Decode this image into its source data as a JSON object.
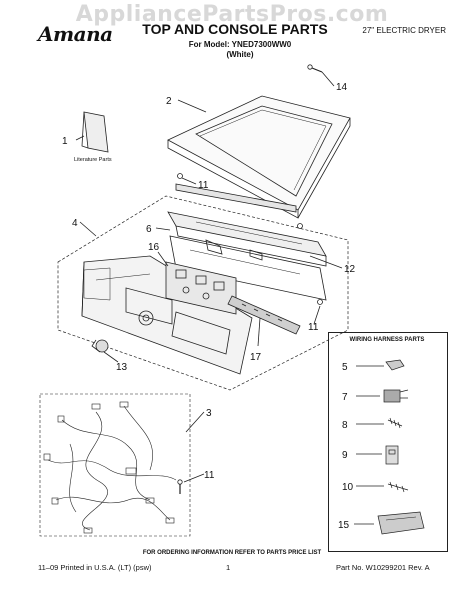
{
  "header": {
    "watermark": "AppliancePartsPros.com",
    "brand": "Amana",
    "title": "TOP AND CONSOLE PARTS",
    "model_line": "For Model: YNED7300WW0",
    "color_line": "(White)",
    "product": "27\" ELECTRIC DRYER"
  },
  "diagram": {
    "callouts": [
      "1",
      "2",
      "3",
      "4",
      "6",
      "11",
      "11",
      "11",
      "12",
      "13",
      "14",
      "16",
      "17"
    ],
    "literature_label": "Literature Parts"
  },
  "wiring_harness": {
    "title": "WIRING HARNESS PARTS",
    "items": [
      "5",
      "7",
      "8",
      "9",
      "10",
      "15"
    ]
  },
  "footer": {
    "ordering_info": "FOR ORDERING INFORMATION REFER TO PARTS PRICE LIST",
    "printed": "11–09 Printed in U.S.A. (LT) (psw)",
    "page": "1",
    "part_no": "Part No. W10299201 Rev. A"
  }
}
